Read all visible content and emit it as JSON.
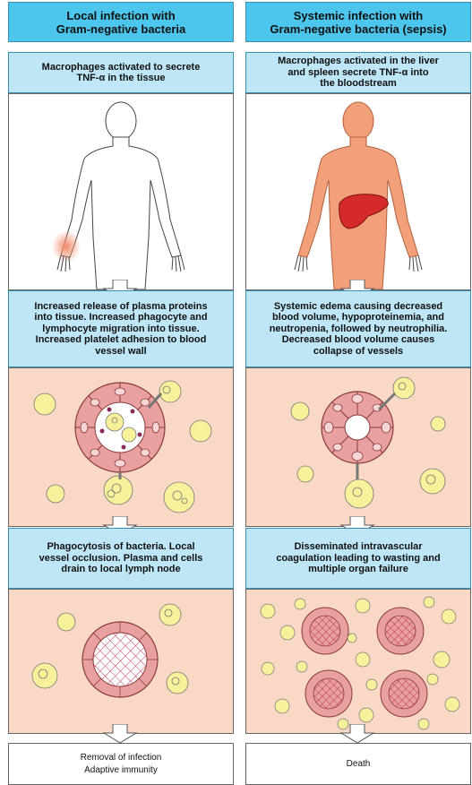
{
  "left": {
    "header": [
      "Local infection with",
      "Gram-negative bacteria"
    ],
    "step1": [
      "Macrophages activated to secrete",
      "TNF-α in the tissue"
    ],
    "step2": [
      "Increased release of plasma proteins",
      "into tissue. Increased phagocyte and",
      "lymphocyte migration into tissue.",
      "Increased platelet adhesion to blood",
      "vessel wall"
    ],
    "step3": [
      "Phagocytosis of bacteria. Local",
      "vessel occlusion. Plasma and cells",
      "drain to local lymph node"
    ],
    "outcome": [
      "Removal of infection",
      "Adaptive immunity"
    ]
  },
  "right": {
    "header": [
      "Systemic infection with",
      "Gram-negative bacteria (sepsis)"
    ],
    "step1": [
      "Macrophages activated in the liver",
      "and spleen secrete TNF-α into",
      "the bloodstream"
    ],
    "step2": [
      "Systemic edema causing decreased",
      "blood volume, hypoproteinemia, and",
      "neutropenia, followed by neutrophilia.",
      "Decreased blood volume causes",
      "collapse of vessels"
    ],
    "step3": [
      "Disseminated intravascular",
      "coagulation leading to wasting and",
      "multiple organ failure"
    ],
    "outcome": [
      "Death"
    ]
  },
  "colors": {
    "header": "#4cc6ec",
    "textbox": "#bfe6f6",
    "tissue": "#f9d9c5",
    "vessel": "#e9a0a0",
    "cell": "#f6f19a",
    "body_orange": "#f2a07a",
    "liver": "#d42a2a"
  }
}
